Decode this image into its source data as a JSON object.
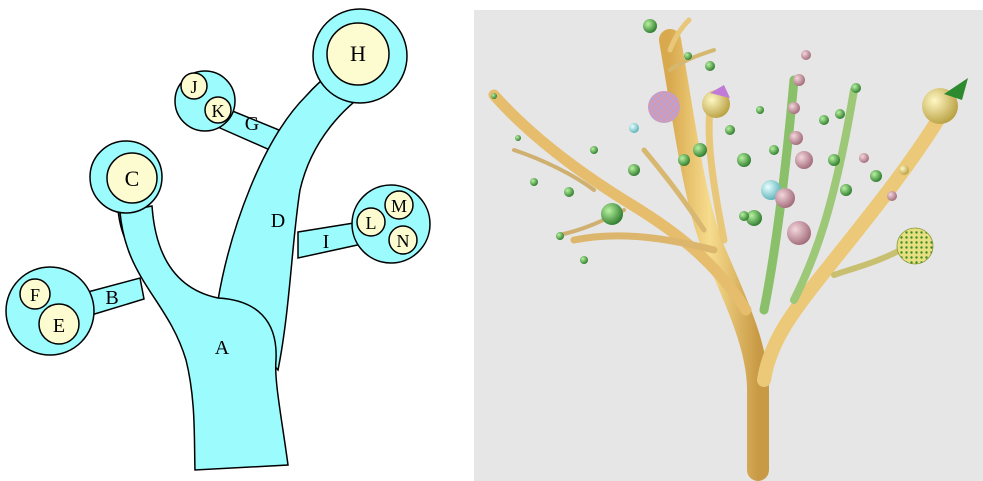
{
  "left_diagram": {
    "colors": {
      "branch_fill": "#9cfbfd",
      "leaf_fill": "#fdfbd0",
      "stroke": "#000000"
    },
    "labels": {
      "A": "A",
      "B": "B",
      "C": "C",
      "D": "D",
      "E": "E",
      "F": "F",
      "G": "G",
      "H": "H",
      "I": "I",
      "J": "J",
      "K": "K",
      "L": "L",
      "M": "M",
      "N": "N"
    }
  },
  "right_render": {
    "colors": {
      "background": "#e6e6e6",
      "trunk": "#e6bc66",
      "trunk_light": "#f4d98c",
      "leaf_green": "#3a9b3a",
      "leaf_light": "#a8e07a",
      "sphere_pink": "#d89aa8",
      "sphere_yellow": "#efe08a",
      "sphere_cyan": "#a8f0f4",
      "cone_purple": "#c27ad8"
    }
  }
}
